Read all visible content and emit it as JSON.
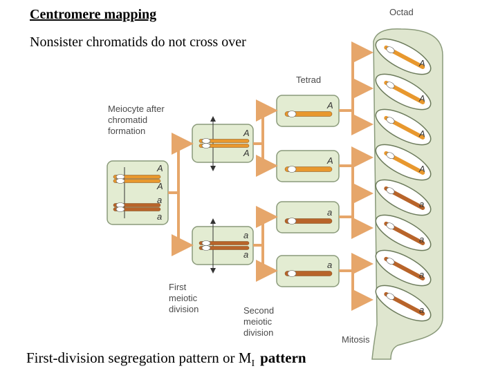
{
  "title": "Centromere mapping",
  "subtitle": "Nonsister chromatids do not cross over",
  "caption": {
    "text": "First-division segregation pattern or M",
    "subscript": "I",
    "suffix": "pattern"
  },
  "labels": {
    "octad": "Octad",
    "tetrad": "Tetrad",
    "meiocyte": [
      "Meiocyte after",
      "chromatid",
      "formation"
    ],
    "first_division": [
      "First",
      "meiotic",
      "division"
    ],
    "second_division": [
      "Second",
      "meiotic",
      "division"
    ],
    "mitosis": "Mitosis"
  },
  "alleles": {
    "meiocyte": [
      "A",
      "A",
      "a",
      "a"
    ],
    "first_division_top": [
      "A",
      "A"
    ],
    "first_division_bottom": [
      "a",
      "a"
    ],
    "tetrad": [
      "A",
      "A",
      "a",
      "a"
    ],
    "octad": [
      "A",
      "A",
      "A",
      "A",
      "a",
      "a",
      "a",
      "a"
    ]
  },
  "colors": {
    "cell_fill": "#e3ecd2",
    "cell_stroke": "#8a9a7a",
    "allele_A": "#e8982e",
    "allele_a": "#b8642a",
    "arrow": "#e6a66a",
    "ascus": "#dfe6cf"
  }
}
